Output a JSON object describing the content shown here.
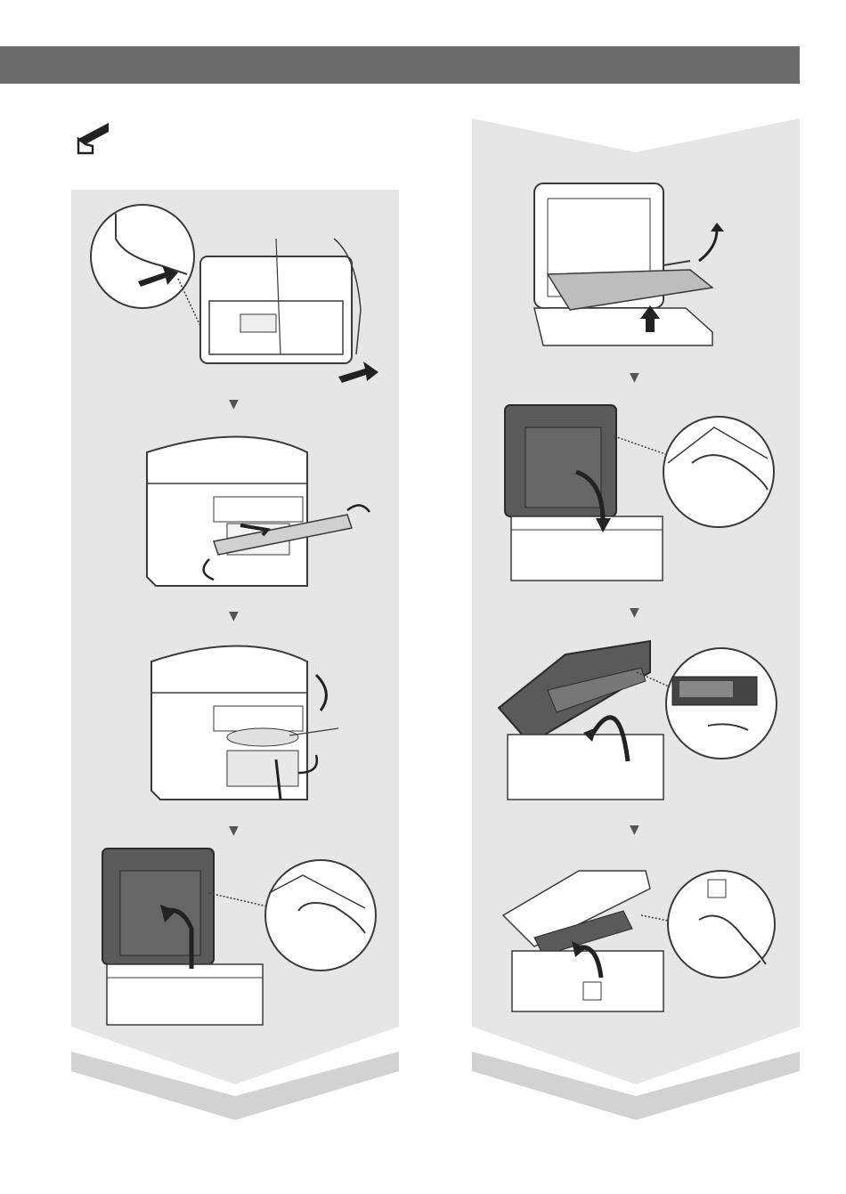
{
  "header": {
    "title": ""
  },
  "step_marker": "▼",
  "colors": {
    "header_bar": "#6b6b6b",
    "panel_bg": "#e6e6e6",
    "chevron_band": "#d2d2d2",
    "line_art": "#3a3a3a",
    "machine_fill": "#ffffff"
  },
  "icons": {
    "tape": "tape-icon",
    "push_arrow": "push-arrow-icon",
    "rotate_arrow": "rotate-arrow-icon",
    "lift_arrow": "lift-arrow-icon"
  },
  "left_column": {
    "steps": [
      {
        "name": "remove-rear-tape",
        "marker": "▼"
      },
      {
        "name": "remove-front-cardboard",
        "marker": "▼"
      },
      {
        "name": "remove-output-tape",
        "marker": "▼"
      },
      {
        "name": "open-feeder-cover"
      }
    ]
  },
  "right_column": {
    "steps": [
      {
        "name": "remove-platen-sheet",
        "marker": "▼"
      },
      {
        "name": "close-feeder-cover",
        "marker": "▼"
      },
      {
        "name": "lift-scanner-unit",
        "marker": "▼"
      },
      {
        "name": "open-toner-cover"
      }
    ]
  }
}
